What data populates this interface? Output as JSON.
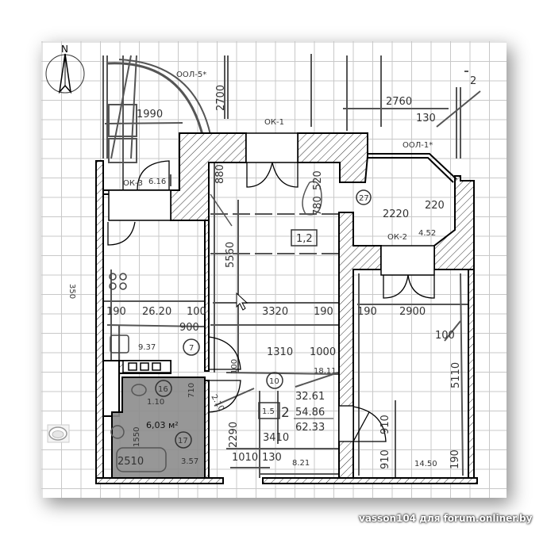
{
  "compass": {
    "north": "N"
  },
  "area_label": "6,03 м²",
  "watermark": "vasson104 для forum.onliner.by",
  "labels": [
    "ООЛ-5*",
    "2700",
    "1990",
    "ОК-1",
    "2760",
    "130",
    "ООЛ-1*",
    "2",
    "ОК-3",
    "6.16",
    "880",
    "780",
    "520",
    "27",
    "1,2",
    "2220",
    "220",
    "ОК-2",
    "4.52",
    "5560",
    "350",
    "190",
    "26.20",
    "100",
    "3320",
    "190",
    "190",
    "2900",
    "900",
    "100",
    "9.37",
    "7",
    "1310",
    "1000",
    "18.11",
    "100",
    "5110",
    "10",
    "16",
    "1.10",
    "710",
    "2.10",
    "32.61",
    "54.86",
    "62.33",
    "1.5",
    "2",
    "910",
    "1550",
    "2290",
    "3410",
    "17",
    "2510",
    "3.57",
    "1010",
    "130",
    "8.21",
    "910",
    "14.50",
    "190"
  ],
  "colors": {
    "grid": "#c8c8c8",
    "wall": "#000000",
    "bathroom_fill": "#8c8c8c",
    "plan_ink": "#555555"
  }
}
